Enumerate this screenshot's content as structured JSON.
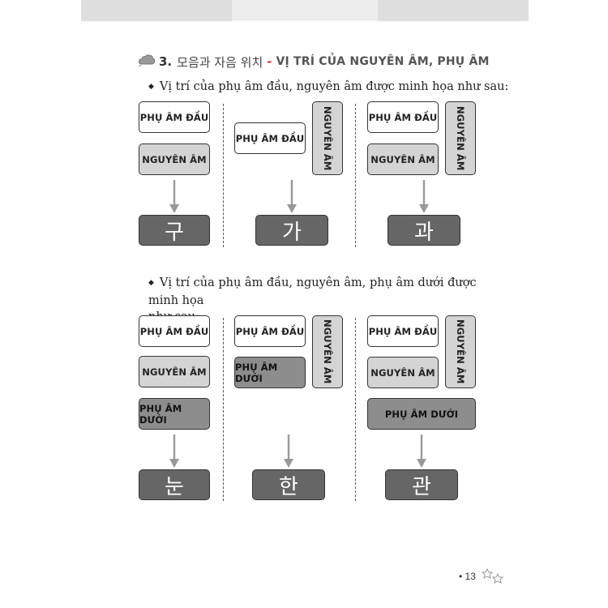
{
  "heading": {
    "number": "3.",
    "korean": "모음과 자음 위치",
    "dash": "-",
    "vietnamese": "VỊ TRÍ CỦA NGUYÊN ÂM, PHỤ ÂM"
  },
  "bullet1": "Vị trí của phụ âm đầu, nguyên âm được minh họa như sau:",
  "bullet2_line1": "Vị trí của phụ âm đầu, nguyên âm, phụ âm dưới được minh họa",
  "bullet2_line2": "như sau:",
  "labels": {
    "initial": "PHỤ ÂM ĐẦU",
    "vowel": "NGUYÊN ÂM",
    "final": "PHỤ ÂM DƯỚI"
  },
  "results_row1": [
    "구",
    "가",
    "과"
  ],
  "results_row2": [
    "눈",
    "한",
    "관"
  ],
  "page_number": "13",
  "colors": {
    "accent_dash": "#d03a3a",
    "result_fill": "#666666",
    "vowel_fill": "#d4d4d4",
    "final_fill": "#8d8d8d"
  }
}
